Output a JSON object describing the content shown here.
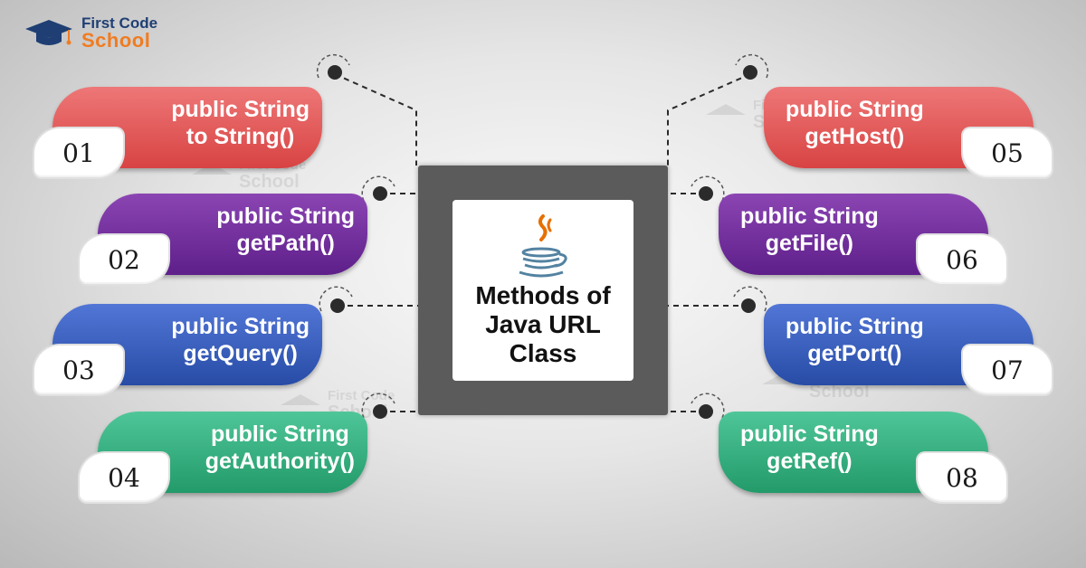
{
  "brand": {
    "line1": "First Code",
    "line2": "School"
  },
  "center": {
    "title": "Methods of\nJava URL\nClass",
    "icon": "java-coffee-cup-icon"
  },
  "colors": {
    "red": "#e05656",
    "purple": "#6e2a9b",
    "blue": "#3459bb",
    "green": "#2fae7d",
    "center_box": "#5b5b5b"
  },
  "methods": [
    {
      "number": "01",
      "line1": "public String",
      "line2": "to String()"
    },
    {
      "number": "02",
      "line1": "public String",
      "line2": "getPath()"
    },
    {
      "number": "03",
      "line1": "public String",
      "line2": "getQuery()"
    },
    {
      "number": "04",
      "line1": "public String",
      "line2": "getAuthority()"
    },
    {
      "number": "05",
      "line1": "public String",
      "line2": "getHost()"
    },
    {
      "number": "06",
      "line1": "public String",
      "line2": "getFile()"
    },
    {
      "number": "07",
      "line1": "public String",
      "line2": "getPort()"
    },
    {
      "number": "08",
      "line1": "public String",
      "line2": "getRef()"
    }
  ]
}
